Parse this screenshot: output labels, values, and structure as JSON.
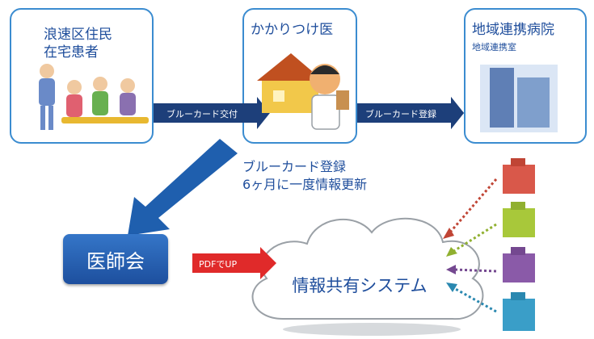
{
  "boxes": {
    "residents": {
      "line1": "浪速区住民",
      "line2": "在宅患者"
    },
    "doctor": {
      "title": "かかりつけ医"
    },
    "hospital": {
      "title": "地域連携病院",
      "sub": "地域連携室"
    }
  },
  "arrows": {
    "card_issue": "ブルーカード交付",
    "card_register": "ブルーカード登録",
    "pdf_up": "PDFでUP"
  },
  "caption": {
    "line1": "ブルーカード登録",
    "line2": "6ヶ月に一度情報更新"
  },
  "ishikai": "医師会",
  "cloud": "情報共有システム",
  "colors": {
    "blue": "#1f4e9c",
    "frame": "#3b8cd0",
    "red": "#e02a2a",
    "bldg_red": "#d9584a",
    "bldg_green": "#a8c83a",
    "bldg_purple": "#8a5aa8",
    "bldg_teal": "#3a9ec8"
  }
}
